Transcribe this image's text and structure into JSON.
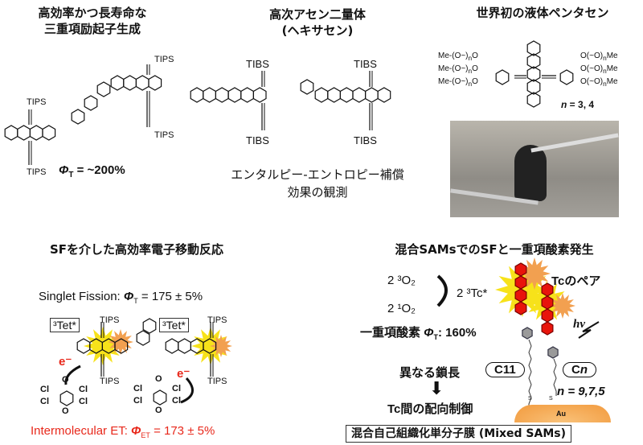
{
  "panels": {
    "top_left": {
      "title_line1": "高効率かつ長寿命な",
      "title_line2": "三重項励起子生成",
      "tips": "TIPS",
      "yield": "Φ",
      "yield_sub": "T",
      "yield_value": " = ~200%"
    },
    "top_middle": {
      "title_line1": "高次アセン二量体",
      "title_line2": "(ヘキサセン)",
      "tibs": "TIBS",
      "caption_line1": "エンタルピー-エントロピー補償",
      "caption_line2": "効果の観測"
    },
    "top_right": {
      "title": "世界初の液体ペンタセン",
      "me": "Me",
      "o": "O",
      "n_sub": "n",
      "n_label": "n",
      "n_value": " = 3, 4"
    },
    "bottom_left": {
      "title": "SFを介した高効率電子移動反応",
      "sf_label": "Singlet Fission: ",
      "phi": "Φ",
      "phi_sub": "T",
      "sf_value": " = 175 ± 5%",
      "tet": "³Tet*",
      "tips": "TIPS",
      "electron": "e⁻",
      "cl": "Cl",
      "o": "O",
      "et_label": "Intermolecular ET: ",
      "et_sub": "ET",
      "et_value": " = 173 ± 5%"
    },
    "bottom_right": {
      "title": "混合SAMsでのSFと一重項酸素発生",
      "o2_triplet": "2 ³O₂",
      "o2_singlet": "2 ¹O₂",
      "tc_triplet": "2 ³Tc*",
      "tc_pair": "Tcのペア",
      "hv": "hν",
      "singlet_oxygen": "一重項酸素 ",
      "phi": "Φ",
      "phi_sub": "T",
      "singlet_value": ": 160%",
      "chain_diff": "異なる鎖長",
      "orientation": "Tc間の配向制御",
      "c11": "C11",
      "cn": "C",
      "cn_n": "n",
      "n_values": "n = 9,7,5",
      "s": "S",
      "au": "Au",
      "footer": "混合自己組織化単分子膜 (Mixed SAMs)"
    }
  },
  "colors": {
    "red": "#e8281b",
    "hex_red": "#e8140c",
    "hex_gray": "#9a9a9a",
    "gold": "#f2a050",
    "burst": "#f7e21a"
  }
}
